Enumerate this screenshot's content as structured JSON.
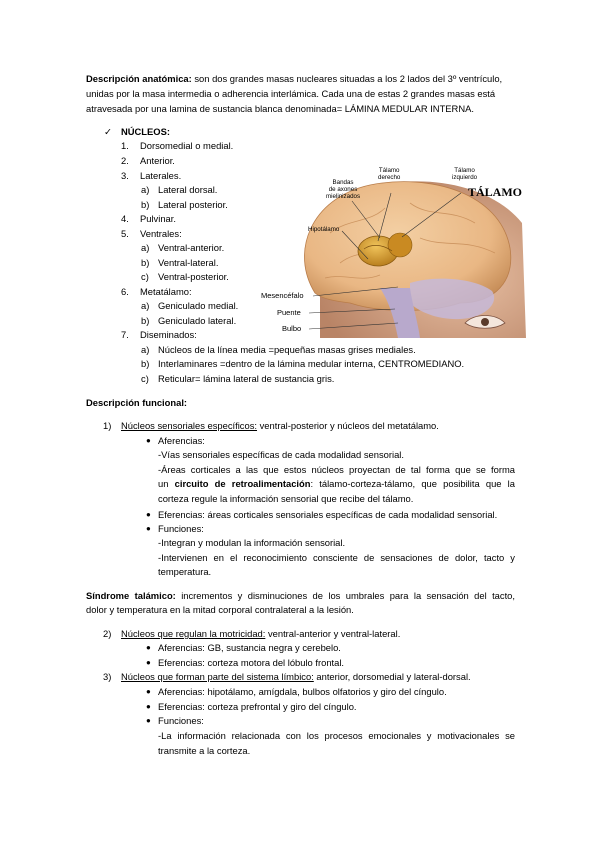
{
  "intro": {
    "line1_bold": "Descripción anatómica:",
    "line1_rest": " son dos grandes masas nucleares situadas a los 2 lados del 3º ventrículo,",
    "line2": "unidas por la masa intermedia o adherencia interlámica. Cada una de estas 2 grandes masas está",
    "line3": "atravesada por una lamina de sustancia blanca denominada= LÁMINA MEDULAR INTERNA."
  },
  "nucleos": {
    "check": "✓",
    "heading": "NÚCLEOS:",
    "items": [
      {
        "num": "1.",
        "text": "Dorsomedial o medial."
      },
      {
        "num": "2.",
        "text": "Anterior."
      },
      {
        "num": "3.",
        "text": "Laterales."
      },
      {
        "num": "a)",
        "text": "Lateral dorsal."
      },
      {
        "num": "b)",
        "text": "Lateral posterior."
      },
      {
        "num": "4.",
        "text": "Pulvinar."
      },
      {
        "num": "5.",
        "text": "Ventrales:"
      },
      {
        "num": "a)",
        "text": "Ventral-anterior."
      },
      {
        "num": "b)",
        "text": "Ventral-lateral."
      },
      {
        "num": "c)",
        "text": "Ventral-posterior."
      },
      {
        "num": "6.",
        "text": "Metatálamo:"
      },
      {
        "num": "a)",
        "text": "Geniculado medial."
      },
      {
        "num": "b)",
        "text": "Geniculado lateral."
      },
      {
        "num": "7.",
        "text": "Diseminados:"
      },
      {
        "num": "a)",
        "text": "Núcleos de la línea media =pequeñas masas grises mediales."
      },
      {
        "num": "b)",
        "text": "Interlaminares =dentro de la lámina medular interna, CENTROMEDIANO."
      },
      {
        "num": "c)",
        "text": "Reticular= lámina lateral de sustancia gris."
      }
    ]
  },
  "figure": {
    "title": "TÁLAMO",
    "labels": {
      "talamo_derecho": [
        "Tálamo",
        "derecho"
      ],
      "talamo_izquierdo": [
        "Tálamo",
        "izquierdo"
      ],
      "bandas": [
        "Bandas",
        "de axones",
        "mielinizados"
      ],
      "hipotalamo": "Hipotálamo",
      "mesencefalo": "Mesencéfalo",
      "puente": "Puente",
      "bulbo": "Bulbo"
    },
    "colors": {
      "brain": "#e9b784",
      "thalamus": "#d49a2c",
      "skin": "#d9a98a",
      "brainstem": "#c6b9d8"
    }
  },
  "funcional": {
    "heading": "Descripción funcional:",
    "s1": {
      "num": "1)",
      "title": "Núcleos sensoriales específicos:",
      "rest": " ventral-posterior y núcleos del metatálamo.",
      "aferencias": "Aferencias:",
      "af1": "-Vías sensoriales específicas de cada modalidad sensorial.",
      "af2": "-Áreas corticales a las que estos núcleos proyectan de tal forma que se forma",
      "af3_pre": "un ",
      "af3_bold": "circuito de retroalimentación",
      "af3_post": ": tálamo-corteza-tálamo, que posibilita que la",
      "af4": "corteza regule la información sensorial que recibe del tálamo.",
      "eferencias": "Eferencias: áreas corticales sensoriales específicas de cada modalidad sensorial.",
      "funciones": "Funciones:",
      "fn1": "-Integran y modulan la información sensorial.",
      "fn2": "-Intervienen en el reconocimiento consciente de sensaciones de dolor, tacto y",
      "fn3": "temperatura."
    },
    "sindrome": {
      "bold": "Síndrome talámico:",
      "rest": " incrementos y disminuciones de los umbrales para la sensación del tacto,",
      "line2": "dolor y temperatura en la mitad corporal contralateral a la lesión."
    },
    "s2": {
      "num": "2)",
      "title": "Núcleos que regulan la motricidad:",
      "rest": " ventral-anterior y ventral-lateral.",
      "af": "Aferencias: GB, sustancia negra y cerebelo.",
      "ef": "Eferencias: corteza motora del lóbulo frontal."
    },
    "s3": {
      "num": "3)",
      "title": "Núcleos que forman parte del sistema límbico:",
      "rest": " anterior, dorsomedial y lateral-dorsal.",
      "af": "Aferencias: hipotálamo, amígdala, bulbos olfatorios y giro del cíngulo.",
      "ef": "Eferencias: corteza prefrontal y giro del cíngulo.",
      "fn": "Funciones:",
      "fn1": "-La información relacionada con los procesos emocionales y motivacionales se",
      "fn2": "transmite a la corteza."
    },
    "bullet": "●"
  }
}
